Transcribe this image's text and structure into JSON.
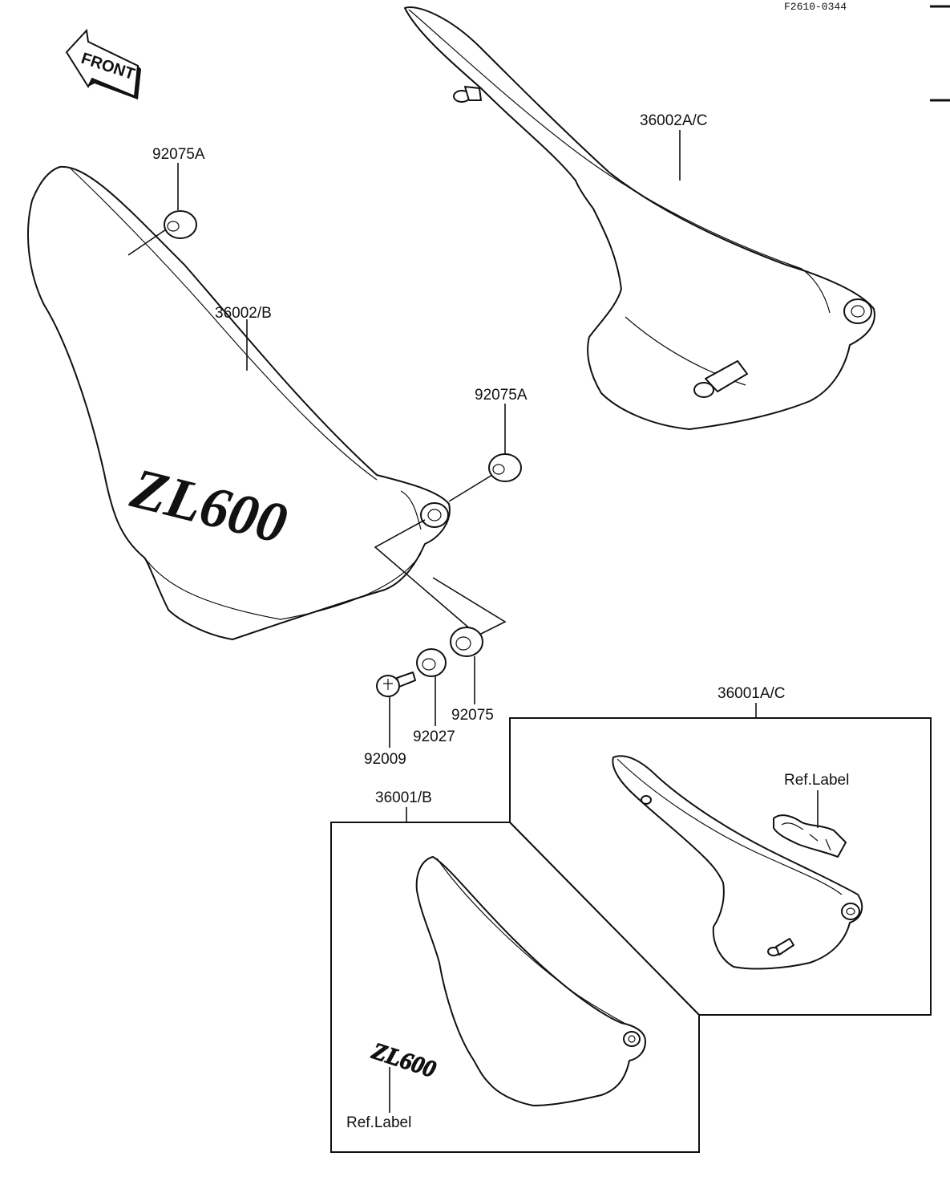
{
  "diagram_code": "F2610-0344",
  "direction_arrow": {
    "label": "FRONT"
  },
  "parts": {
    "grommet_upper_left": "92075A",
    "side_cover_left": "36002/B",
    "side_cover_right": "36002A/C",
    "grommet_middle": "92075A",
    "grommet_lower": "92075",
    "collar": "92027",
    "screw": "92009"
  },
  "assemblies": {
    "right_cover_assy": {
      "part": "36001A/C",
      "ref_label": "Ref.Label"
    },
    "left_cover_assy": {
      "part": "36001/B",
      "ref_label": "Ref.Label"
    }
  },
  "emblem": {
    "large": "ZL600",
    "small": "ZL600"
  }
}
